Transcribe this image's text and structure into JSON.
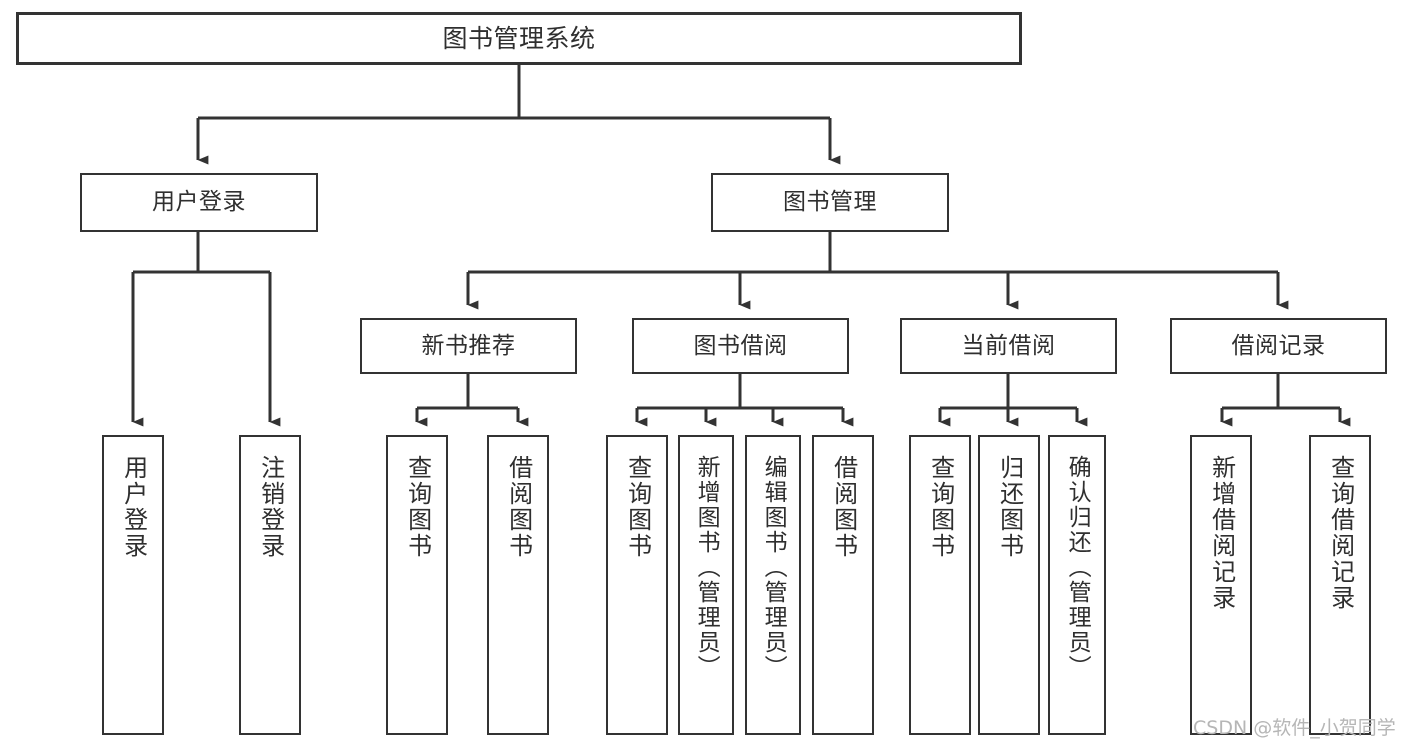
{
  "diagram": {
    "title": "图书管理系统",
    "type": "tree-hierarchy",
    "root": {
      "id": "root",
      "label": "图书管理系统"
    },
    "level2": [
      {
        "id": "user-login",
        "label": "用户登录"
      },
      {
        "id": "book-manage",
        "label": "图书管理"
      }
    ],
    "level3": [
      {
        "id": "new-book-rec",
        "label": "新书推荐",
        "parent": "book-manage"
      },
      {
        "id": "book-borrow",
        "label": "图书借阅",
        "parent": "book-manage"
      },
      {
        "id": "current-borrow",
        "label": "当前借阅",
        "parent": "book-manage"
      },
      {
        "id": "borrow-record",
        "label": "借阅记录",
        "parent": "book-manage"
      }
    ],
    "leaves": [
      {
        "id": "leaf-user-login",
        "label": "用户登录",
        "parent": "user-login"
      },
      {
        "id": "leaf-user-logout",
        "label": "注销登录",
        "parent": "user-login"
      },
      {
        "id": "leaf-query-book-1",
        "label": "查询图书",
        "parent": "new-book-rec"
      },
      {
        "id": "leaf-borrow-book-1",
        "label": "借阅图书",
        "parent": "new-book-rec"
      },
      {
        "id": "leaf-query-book-2",
        "label": "查询图书",
        "parent": "book-borrow"
      },
      {
        "id": "leaf-add-book",
        "label": "新增图书（管理员）",
        "parent": "book-borrow"
      },
      {
        "id": "leaf-edit-book",
        "label": "编辑图书（管理员）",
        "parent": "book-borrow"
      },
      {
        "id": "leaf-borrow-book-2",
        "label": "借阅图书",
        "parent": "book-borrow"
      },
      {
        "id": "leaf-query-book-3",
        "label": "查询图书",
        "parent": "current-borrow"
      },
      {
        "id": "leaf-return-book",
        "label": "归还图书",
        "parent": "current-borrow"
      },
      {
        "id": "leaf-confirm-return",
        "label": "确认归还（管理员）",
        "parent": "current-borrow"
      },
      {
        "id": "leaf-add-record",
        "label": "新增借阅记录",
        "parent": "borrow-record"
      },
      {
        "id": "leaf-query-record",
        "label": "查询借阅记录",
        "parent": "borrow-record"
      }
    ],
    "colors": {
      "stroke": "#333333",
      "text": "#2f2f2f",
      "background": "#ffffff",
      "watermark": "#b6b6b6"
    }
  },
  "watermark": {
    "text": "CSDN @软件_小贺同学"
  }
}
